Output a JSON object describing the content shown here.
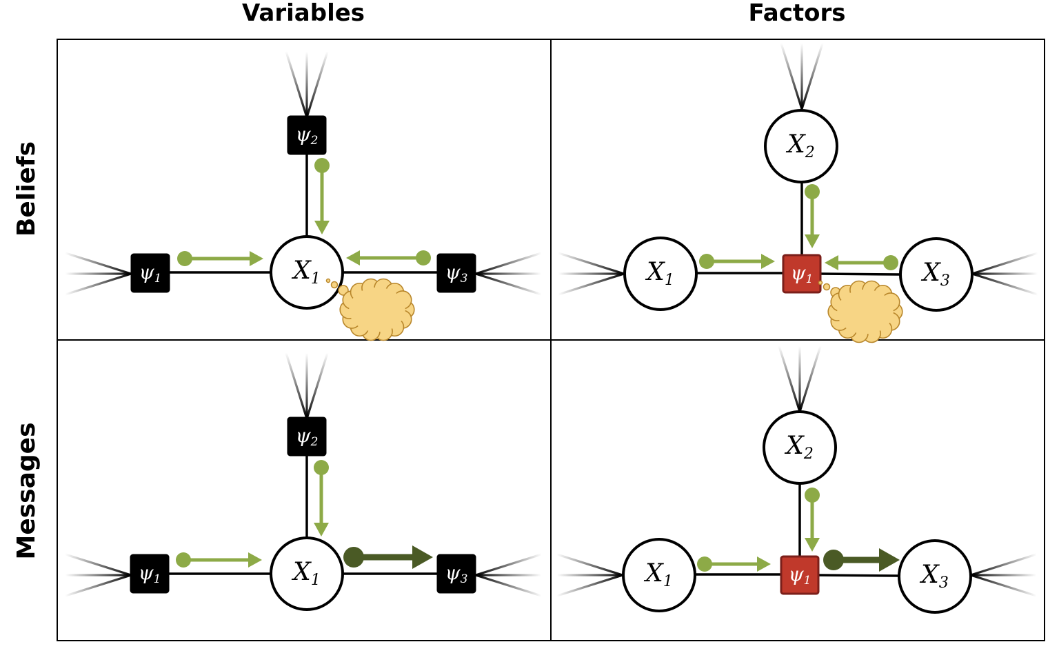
{
  "columns": {
    "variables": "Variables",
    "factors": "Factors"
  },
  "rows": {
    "beliefs": "Beliefs",
    "messages": "Messages"
  },
  "nodes": {
    "x1": {
      "base": "X",
      "sub": "1"
    },
    "x2": {
      "base": "X",
      "sub": "2"
    },
    "x3": {
      "base": "X",
      "sub": "3"
    },
    "psi1": {
      "base": "ψ",
      "sub": "1"
    },
    "psi2": {
      "base": "ψ",
      "sub": "2"
    },
    "psi3": {
      "base": "ψ",
      "sub": "3"
    }
  },
  "colors": {
    "message_light": "#8daa47",
    "message_dark": "#4a5a25",
    "factor_black": "#000000",
    "factor_highlight": "#c0392b",
    "factor_highlight_border": "#7b1f1a",
    "belief_cloud": "#f7d585",
    "belief_cloud_border": "#b8862a",
    "edge": "#000000",
    "panel_border": "#000000"
  }
}
